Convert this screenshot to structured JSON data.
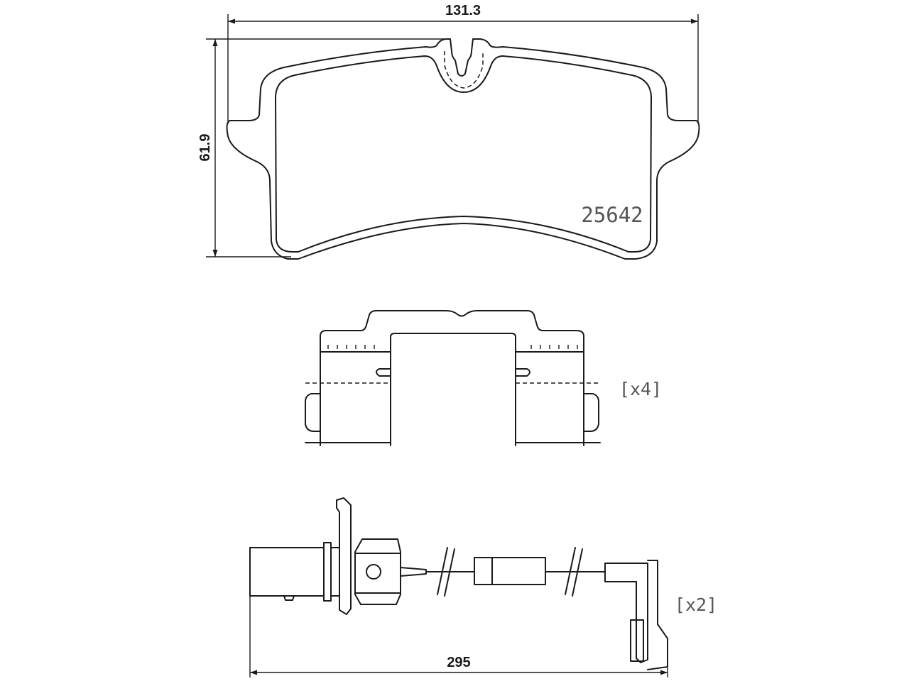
{
  "dimensions": {
    "width_label": "131.3",
    "height_label": "61.9",
    "cable_length_label": "295"
  },
  "pad": {
    "part_number": "25642"
  },
  "clip": {
    "quantity_label": "[x4]"
  },
  "sensor": {
    "quantity_label": "[x2]"
  }
}
